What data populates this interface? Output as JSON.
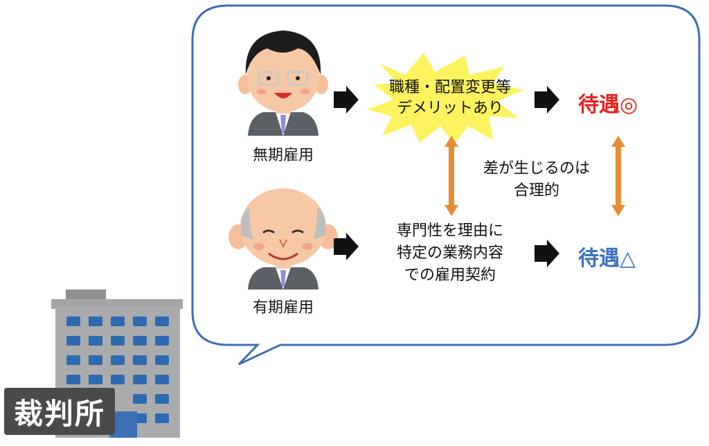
{
  "bubble": {
    "person_top_label": "無期雇用",
    "person_bottom_label": "有期雇用",
    "burst_line1": "職種・配置変更等",
    "burst_line2": "デメリットあり",
    "contract_line1": "専門性を理由に",
    "contract_line2": "特定の業務内容",
    "contract_line3": "での雇用契約",
    "treatment_top": "待遇◎",
    "treatment_bottom": "待遇△",
    "middle_line1": "差が生じるのは",
    "middle_line2": "合理的"
  },
  "building": {
    "sign_text": "裁判所"
  },
  "colors": {
    "bubble_stroke": "#3d6fb5",
    "burst_fill": "#fdf35e",
    "arrow_orange": "#e88b35",
    "treatment_good": "#e8201c",
    "treatment_fair": "#3d71c2",
    "building_body": "#a9abad",
    "window": "#2f6ab0",
    "sign_bg": "#4a4a4a"
  }
}
